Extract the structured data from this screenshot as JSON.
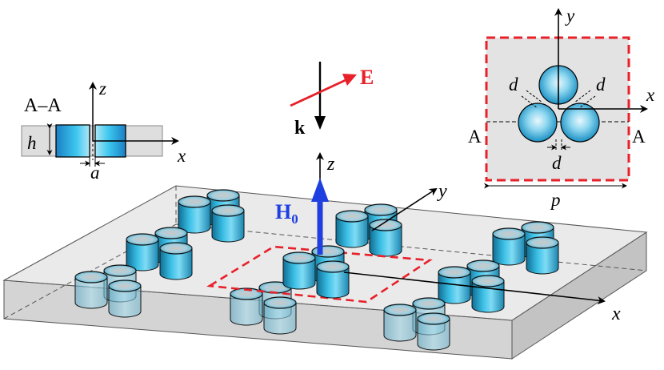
{
  "labels": {
    "E": "E",
    "k": "k",
    "H": "H",
    "H_sub": "0",
    "z_main": "z",
    "y_main": "y",
    "x_main": "x",
    "section_title": "A–A",
    "section_z": "z",
    "section_x": "x",
    "h": "h",
    "a": "a",
    "inset_y": "y",
    "inset_x": "x",
    "A_left": "A",
    "A_right": "A",
    "d_left": "d",
    "d_right": "d",
    "d_bottom": "d",
    "p": "p"
  },
  "colors": {
    "E_vector": "#e8202a",
    "H_vector": "#1f3fe0",
    "cell_outline": "#e8202a",
    "cylinder": "#2ba7cf",
    "slab": "#d6d6d6",
    "axis": "#000000"
  },
  "icons": {
    "cylinder": "cylinder-trimer-icon"
  }
}
